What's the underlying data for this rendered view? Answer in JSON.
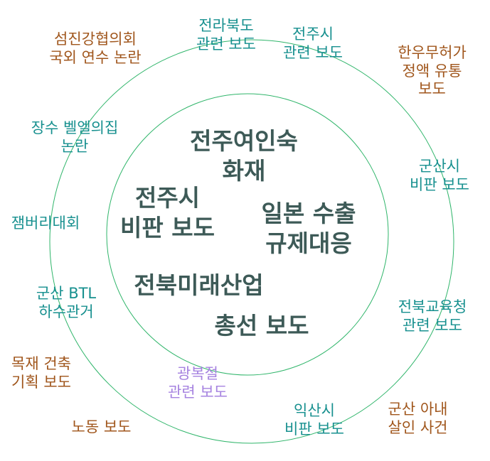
{
  "colors": {
    "core": "#3d5a57",
    "teal": "#17908f",
    "brown": "#a0561c",
    "violet": "#a683e0",
    "ring": "#2fb56a"
  },
  "core_topics": [
    {
      "line1": "전주여인숙",
      "line2": "화재"
    },
    {
      "line1": "전주시",
      "line2": "비판 보도"
    },
    {
      "line1": "일본 수출",
      "line2": "규제대응"
    },
    {
      "line1": "전북미래산업",
      "line2": ""
    },
    {
      "line1": "총선 보도",
      "line2": ""
    }
  ],
  "middle_ring_topics": [
    {
      "line1": "전라북도",
      "line2": "관련 보도"
    },
    {
      "line1": "전주시",
      "line2": "관련 보도"
    },
    {
      "line1": "장수 벨엘의집",
      "line2": "논란"
    },
    {
      "line1": "군산시",
      "line2": "비판 보도"
    },
    {
      "line1": "잼버리대회",
      "line2": ""
    },
    {
      "line1": "군산 BTL",
      "line2": "하수관거"
    },
    {
      "line1": "전북교육청",
      "line2": "관련 보도"
    },
    {
      "line1": "광복절",
      "line2": "관련 보도"
    },
    {
      "line1": "익산시",
      "line2": "비판 보도"
    }
  ],
  "outer_topics": [
    {
      "line1": "섬진강협의회",
      "line2": "국외 연수 논란"
    },
    {
      "line1": "한우무허가",
      "line2": "정액 유통",
      "line3": "보도"
    },
    {
      "line1": "목재 건축",
      "line2": "기획 보도"
    },
    {
      "line1": "노동 보도",
      "line2": ""
    },
    {
      "line1": "군산 아내",
      "line2": "살인 사건"
    }
  ]
}
